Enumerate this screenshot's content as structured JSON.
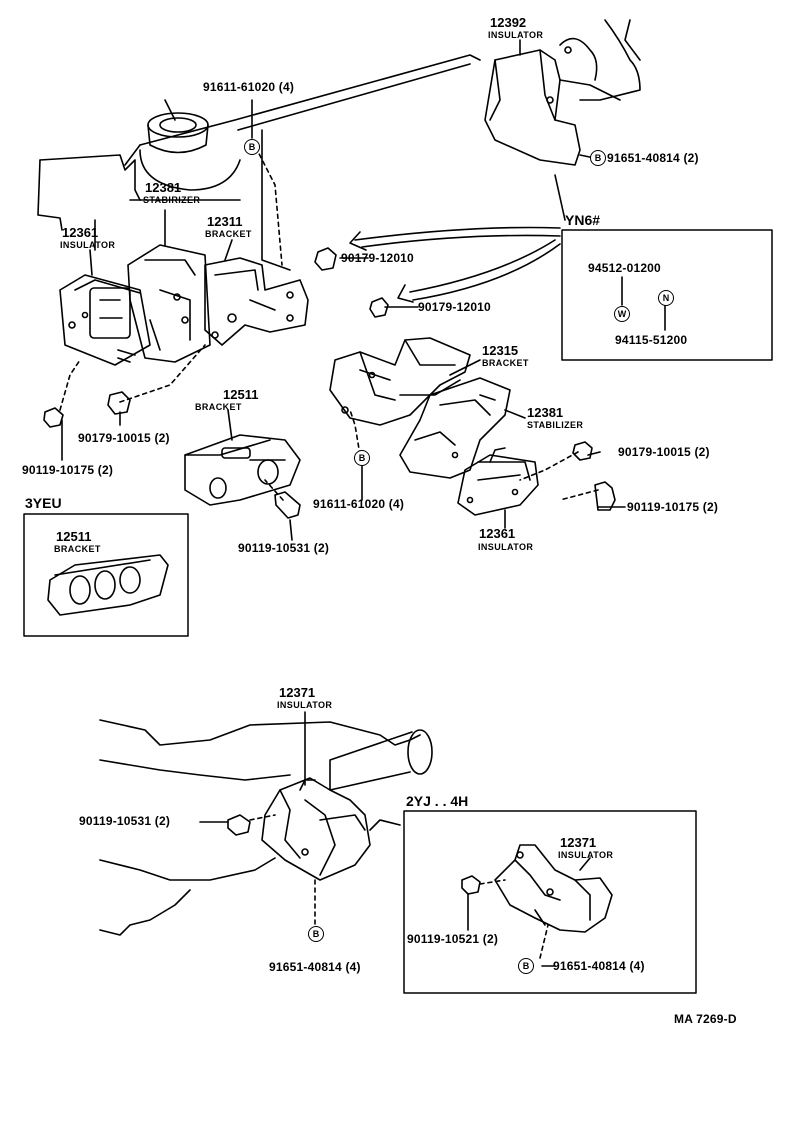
{
  "diagram_id": "MA 7269-D",
  "parts": {
    "p12392": {
      "number": "12392",
      "name": "INSULATOR"
    },
    "p12381_a": {
      "number": "12381",
      "name": "STABIRIZER"
    },
    "p12311": {
      "number": "12311",
      "name": "BRACKET"
    },
    "p12361_a": {
      "number": "12361",
      "name": "INSULATOR"
    },
    "p12511_a": {
      "number": "12511",
      "name": "BRACKET"
    },
    "p12315": {
      "number": "12315",
      "name": "BRACKET"
    },
    "p12381_b": {
      "number": "12381",
      "name": "STABILIZER"
    },
    "p12361_b": {
      "number": "12361",
      "name": "INSULATOR"
    },
    "p12511_b": {
      "number": "12511",
      "name": "BRACKET"
    },
    "p12371_a": {
      "number": "12371",
      "name": "INSULATOR"
    },
    "p12371_b": {
      "number": "12371",
      "name": "INSULATOR"
    }
  },
  "fasteners": {
    "f1": "91611-61020 (4)",
    "f2": "91651-40814 (2)",
    "f3": "90179-12010",
    "f4": "90179-12010",
    "f5": "90179-10015 (2)",
    "f6": "90119-10175 (2)",
    "f7": "91611-61020 (4)",
    "f8": "90179-10015 (2)",
    "f9": "90119-10175 (2)",
    "f10": "90119-10531 (2)",
    "f11": "90119-10531 (2)",
    "f12": "91651-40814 (4)",
    "f13": "90119-10521 (2)",
    "f14": "91651-40814 (4)"
  },
  "variants": {
    "yn6": {
      "label": "YN6#",
      "bolt_a": "94512-01200",
      "bolt_b": "94115-51200"
    },
    "v3yeu": {
      "label": "3YEU"
    },
    "v2yj": {
      "label": "2YJ . . 4H"
    }
  },
  "bubbles": {
    "b": "B",
    "w": "W",
    "n": "N"
  }
}
